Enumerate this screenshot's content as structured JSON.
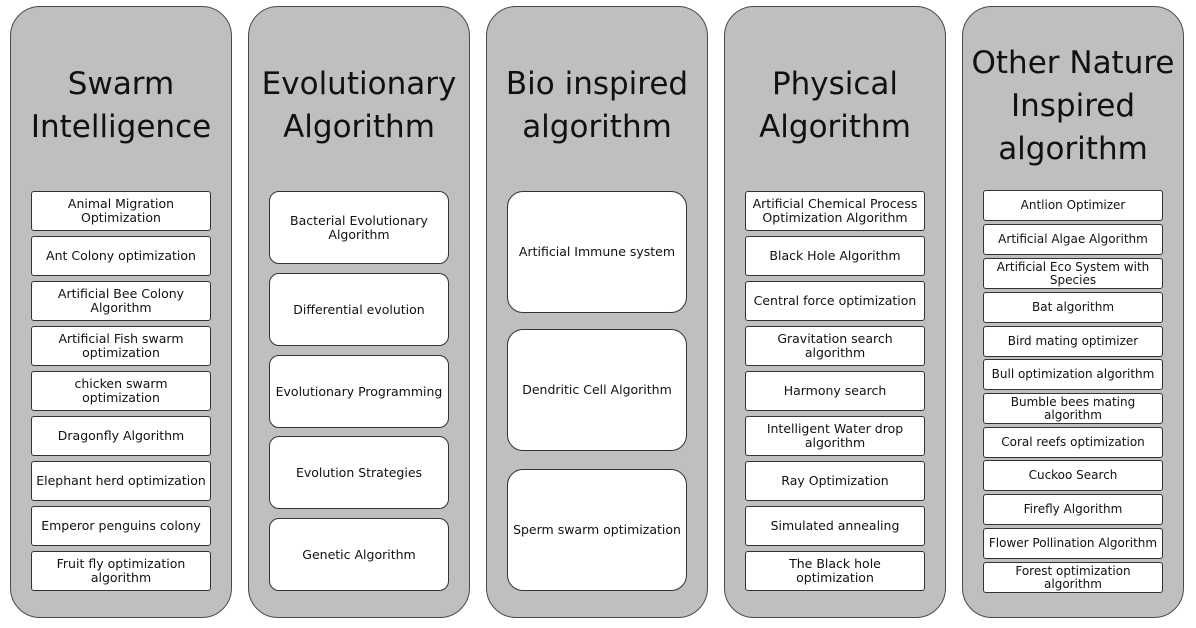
{
  "columns": [
    {
      "id": "swarm",
      "title": "Swarm\nIntelligence",
      "items": [
        "Animal Migration Optimization",
        "Ant Colony optimization",
        "Artificial Bee Colony Algorithm",
        "Artificial Fish swarm optimization",
        "chicken swarm optimization",
        "Dragonfly Algorithm",
        "Elephant herd optimization",
        "Emperor penguins colony",
        "Fruit fly optimization algorithm"
      ]
    },
    {
      "id": "evolutionary",
      "title": "Evolutionary\nAlgorithm",
      "items": [
        "Bacterial Evolutionary Algorithm",
        "Differential evolution",
        "Evolutionary Programming",
        "Evolution Strategies",
        "Genetic Algorithm"
      ]
    },
    {
      "id": "bio",
      "title": "Bio inspired\nalgorithm",
      "items": [
        "Artificial Immune system",
        "Dendritic Cell Algorithm",
        "Sperm swarm optimization"
      ]
    },
    {
      "id": "physical",
      "title": "Physical\nAlgorithm",
      "items": [
        "Artificial Chemical Process Optimization Algorithm",
        "Black Hole Algorithm",
        "Central force optimization",
        "Gravitation search algorithm",
        "Harmony search",
        "Intelligent Water drop algorithm",
        "Ray Optimization",
        "Simulated annealing",
        "The Black hole optimization"
      ]
    },
    {
      "id": "other",
      "title": "Other Nature\nInspired\nalgorithm",
      "items": [
        "Antlion Optimizer",
        "Artificial Algae Algorithm",
        "Artificial Eco System with Species",
        "Bat algorithm",
        "Bird mating optimizer",
        "Bull optimization algorithm",
        "Bumble bees mating algorithm",
        "Coral reefs optimization",
        "Cuckoo Search",
        "Firefly Algorithm",
        "Flower Pollination Algorithm",
        "Forest optimization algorithm"
      ]
    }
  ]
}
